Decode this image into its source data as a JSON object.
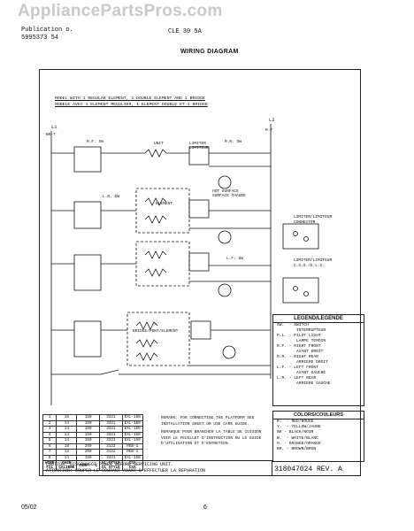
{
  "watermark": "AppliancePartsPros.com",
  "header": {
    "publication": "Publication  o.",
    "publication_no": "5995373  54",
    "model_code": "CLE  30  5A",
    "title": "WIRING DIAGRAM"
  },
  "model_note": {
    "line1": "MODEL WITH 1 REGULAR ELEMENT, 1 DOUBLE ELEMENT AND 1 BRIDGE",
    "line2": "MODELE AVEC 1 ELEMENT REGULIER, 1 ELEMENT DOUBLE ET 1 BRIDGE"
  },
  "diagram": {
    "l1": "L1",
    "l2": "L2",
    "bk7": "BK-7",
    "r7": "R-7",
    "unit": "UNIT",
    "element": "ELEMENT",
    "limiter": "LIMITER\nLIMITEUR",
    "hot_surface": "HOT SURFACE\nSURFACE CHAUDE",
    "rr_sw": "R.R. SW",
    "rf_sw": "R.F. SW",
    "lr_sw": "L.R. SW",
    "lf_sw": "L.F. SW",
    "bridge": "BRIDGE/PONT/ELEMENT"
  },
  "inset": {
    "limiter_label": "LIMITER/LIMITEUR\nCONNECTOR",
    "limiter_label2": "LIMITER/LIMITEUR\nC.S.S./E.L.C."
  },
  "legend": {
    "title": "LEGEND/LEGENDE",
    "rows": [
      "SW.  - SWITCH",
      "        INTERRUPTEUR",
      "P.L. - PILOT LIGHT",
      "        LAMPE TEMOIN",
      "R.F. - RIGHT FRONT",
      "        AVANT DROIT",
      "R.R. - RIGHT REAR",
      "        ARRIERE DROIT",
      "L.F. - LEFT FRONT",
      "        AVANT GAUCHE",
      "L.R. - LEFT REAR",
      "        ARRIERE GAUCHE"
    ]
  },
  "colors": {
    "title": "COLORS/COULEURS",
    "rows": [
      "R.  - RED/ROUGE",
      "Y.  - YELLOW/JAUNE",
      "BK - BLACK/NOIR",
      "W.  - WHITE/BLANC",
      "O. - ORANGE/ORANGE",
      "BR. - BROWN/BRUN"
    ]
  },
  "wire_table": {
    "rows": [
      [
        "1",
        "18",
        "150",
        "3321",
        "EXL-150"
      ],
      [
        "2",
        "14",
        "150",
        "3321",
        "EXL-150"
      ],
      [
        "3",
        "14",
        "150",
        "3321",
        "EXL-150"
      ],
      [
        "4",
        "14",
        "150",
        "3321",
        "EXL-150"
      ],
      [
        "5",
        "14",
        "150",
        "3321",
        "EXL-150"
      ],
      [
        "6",
        "18",
        "200",
        "3122",
        "REB-1"
      ],
      [
        "7",
        "14",
        "200",
        "3122",
        "REB-1"
      ],
      [
        "8",
        "14",
        "150",
        "3321",
        "EXL-150"
      ]
    ],
    "footer": [
      "WIRE\nFIL",
      "GAGE\nCALIBRE",
      "TEMP. °C",
      "UL STYLE\nUL STYLE",
      "CSA\nCSA"
    ]
  },
  "remark": {
    "en": "REMARK: FOR CONNECTING THE PLATFORM SEE INSTALLATION SHEET OR USE CARE GUIDE.",
    "fr": "REMARQUE POUR BRANCHER LA TABLE DE CUISSON VOIR LE FEUILLET D'INSTRUCTION OU LE GUIDE D'UTILISATION ET D'ENTRETIEN."
  },
  "caution": {
    "en": "CAUTION: DISCONNECT POWER BEFORE SERVICING UNIT.",
    "fr": "ATTENTION: COUPER LE COURANT AVANT D'EFFECTUER LA REPARATION"
  },
  "part_number": "318047024  REV. A",
  "footer": {
    "date": "05/02",
    "page": "6"
  }
}
